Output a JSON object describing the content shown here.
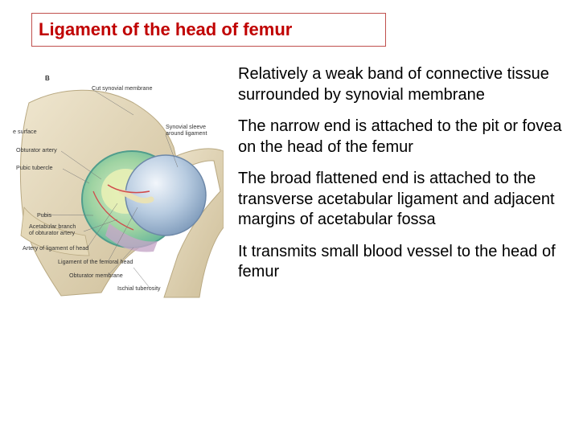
{
  "slide": {
    "title": "Ligament of the head of femur",
    "bullets": [
      "Relatively a weak band of connective tissue surrounded by synovial membrane",
      "The narrow end is attached to the pit or fovea on the head of the femur",
      "The broad flattened end is attached to the transverse acetabular ligament and adjacent margins of acetabular fossa",
      "It transmits small blood vessel to the head of femur"
    ]
  },
  "figure": {
    "letter": "B",
    "labels": {
      "cut_synovial": "Cut synovial membrane",
      "synovial_sleeve_1": "Synovial sleeve",
      "synovial_sleeve_2": "around ligament",
      "surface": "e surface",
      "obturator_artery": "Obturator artery",
      "pubic_tubercle": "Pubic tubercle",
      "pubis": "Pubis",
      "acetabular_branch_1": "Acetabular branch",
      "acetabular_branch_2": "of obturator artery",
      "artery_head": "Artery of ligament of head",
      "ligament_femoral_head": "Ligament of the femoral head",
      "obturator_membrane": "Obturator membrane",
      "ischial_tuberosity": "Ischial tuberosity"
    }
  }
}
